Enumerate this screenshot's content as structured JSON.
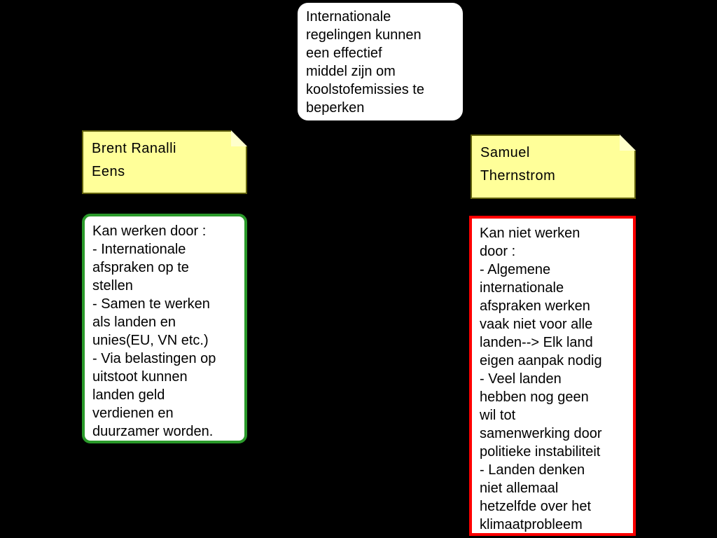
{
  "colors": {
    "background": "#000000",
    "note_fill": "#ffff99",
    "note_fold": "#ffffcc",
    "pro_border": "#2a992a",
    "con_border": "#ff0000",
    "box_fill": "#ffffff",
    "text": "#000000"
  },
  "claim_box": {
    "text": "Internationale\nregelingen kunnen\neen effectief\nmiddel zijn om\nkoolstofemissies te\nbeperken"
  },
  "left_note": {
    "author": "Brent Ranalli",
    "stance": "Eens",
    "text": "Brent Ranalli\nEens"
  },
  "right_note": {
    "author": "Samuel Thernstrom",
    "text": "Samuel\nThernstrom"
  },
  "pro_box": {
    "text": "Kan werken door :\n- Internationale\nafspraken op te\nstellen\n- Samen te werken\nals landen en\nunies(EU, VN etc.)\n- Via belastingen op\nuitstoot kunnen\nlanden geld\nverdienen en\nduurzamer worden."
  },
  "con_box": {
    "text": "Kan niet werken\ndoor :\n- Algemene\ninternationale\nafspraken werken\nvaak niet voor alle\nlanden--> Elk land\neigen aanpak nodig\n- Veel landen\nhebben nog geen\nwil tot\nsamenwerking door\npolitieke instabiliteit\n- Landen denken\nniet allemaal\nhetzelfde over het\nklimaatprobleem"
  }
}
